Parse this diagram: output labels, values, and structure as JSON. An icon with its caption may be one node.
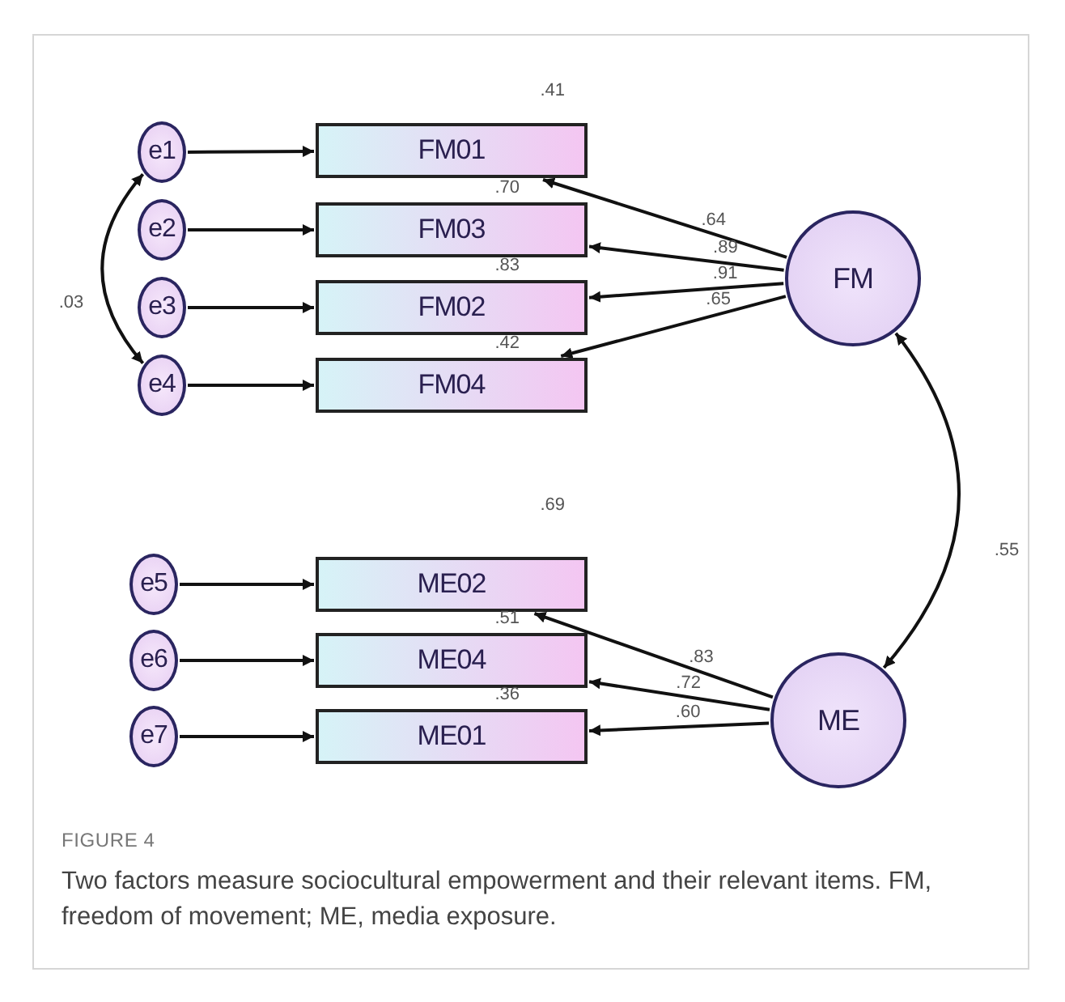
{
  "diagram": {
    "caption": "Two factors measure sociocultural empowerment and their relevant items. FM, freedom of movement; ME, media exposure.",
    "nodes": [
      {
        "text": [
          "e1"
        ]
      },
      {
        "text": [
          "e2"
        ]
      },
      {
        "text": [
          "e3"
        ]
      },
      {
        "text": [
          "e4"
        ]
      },
      {
        "text": [
          "e5"
        ]
      },
      {
        "text": [
          "e6"
        ]
      },
      {
        "text": [
          "e7"
        ]
      },
      {
        "text": [
          "FM01"
        ],
        "beside": [
          ".41"
        ]
      },
      {
        "text": [
          "FM03"
        ],
        "beside": [
          ".70"
        ]
      },
      {
        "text": [
          "FM02"
        ],
        "beside": [
          ".83"
        ]
      },
      {
        "text": [
          "FM04"
        ],
        "beside": [
          ".42"
        ]
      },
      {
        "text": [
          "ME02"
        ],
        "beside": [
          ".69"
        ]
      },
      {
        "text": [
          "ME04"
        ],
        "beside": [
          ".51"
        ]
      },
      {
        "text": [
          "ME01"
        ],
        "beside": [
          ".36"
        ]
      },
      {
        "text": [
          "FM"
        ]
      },
      {
        "text": [
          "ME"
        ]
      }
    ],
    "edges": [
      {
        "from": 0,
        "to": 7,
        "arrow": "to"
      },
      {
        "from": 1,
        "to": 8,
        "arrow": "to"
      },
      {
        "from": 2,
        "to": 9,
        "arrow": "to"
      },
      {
        "from": 3,
        "to": 10,
        "arrow": "to"
      },
      {
        "from": 4,
        "to": 11,
        "arrow": "to"
      },
      {
        "from": 5,
        "to": 12,
        "arrow": "to"
      },
      {
        "from": 6,
        "to": 13,
        "arrow": "to"
      },
      {
        "from": 14,
        "to": 7,
        "arrow": "to",
        "label": ".64"
      },
      {
        "from": 14,
        "to": 8,
        "arrow": "to",
        "label": ".89"
      },
      {
        "from": 14,
        "to": 9,
        "arrow": "to",
        "label": ".91"
      },
      {
        "from": 14,
        "to": 10,
        "arrow": "to",
        "label": ".65"
      },
      {
        "from": 15,
        "to": 11,
        "arrow": "to",
        "label": ".83"
      },
      {
        "from": 15,
        "to": 12,
        "arrow": "to",
        "label": ".72"
      },
      {
        "from": 15,
        "to": 13,
        "arrow": "to",
        "label": ".60"
      },
      {
        "from": 0,
        "to": 3,
        "arrow": "both",
        "label": ".03"
      },
      {
        "from": 14,
        "to": 15,
        "arrow": "both",
        "label": ".55"
      }
    ],
    "labels": [
      "FIGURE 4"
    ]
  }
}
